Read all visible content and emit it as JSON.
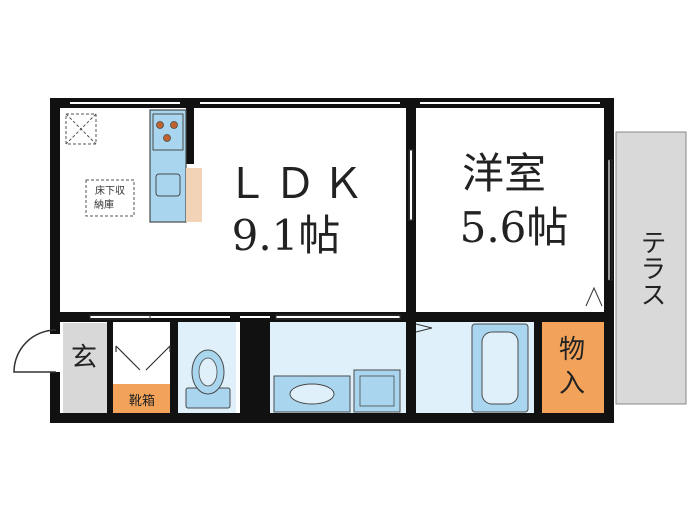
{
  "rooms": {
    "ldk": {
      "name": "ＬＤＫ",
      "size": "9.1帖"
    },
    "western": {
      "name": "洋室",
      "size": "5.6帖"
    },
    "terrace": "テラス",
    "storage": "物入",
    "entrance": "玄",
    "shoe_box": "靴箱",
    "underfloor_storage": [
      "床下収",
      "納庫"
    ]
  },
  "colors": {
    "wall": "#111111",
    "wet_area": "#dff0fa",
    "fixture_blue": "#a9d6ee",
    "fixture_stroke": "#4a4a4a",
    "storage": "#f3a25a",
    "entrance_floor": "#d8d8d8",
    "terrace": "#d9d9d9",
    "counter": "#f2d3b8"
  }
}
